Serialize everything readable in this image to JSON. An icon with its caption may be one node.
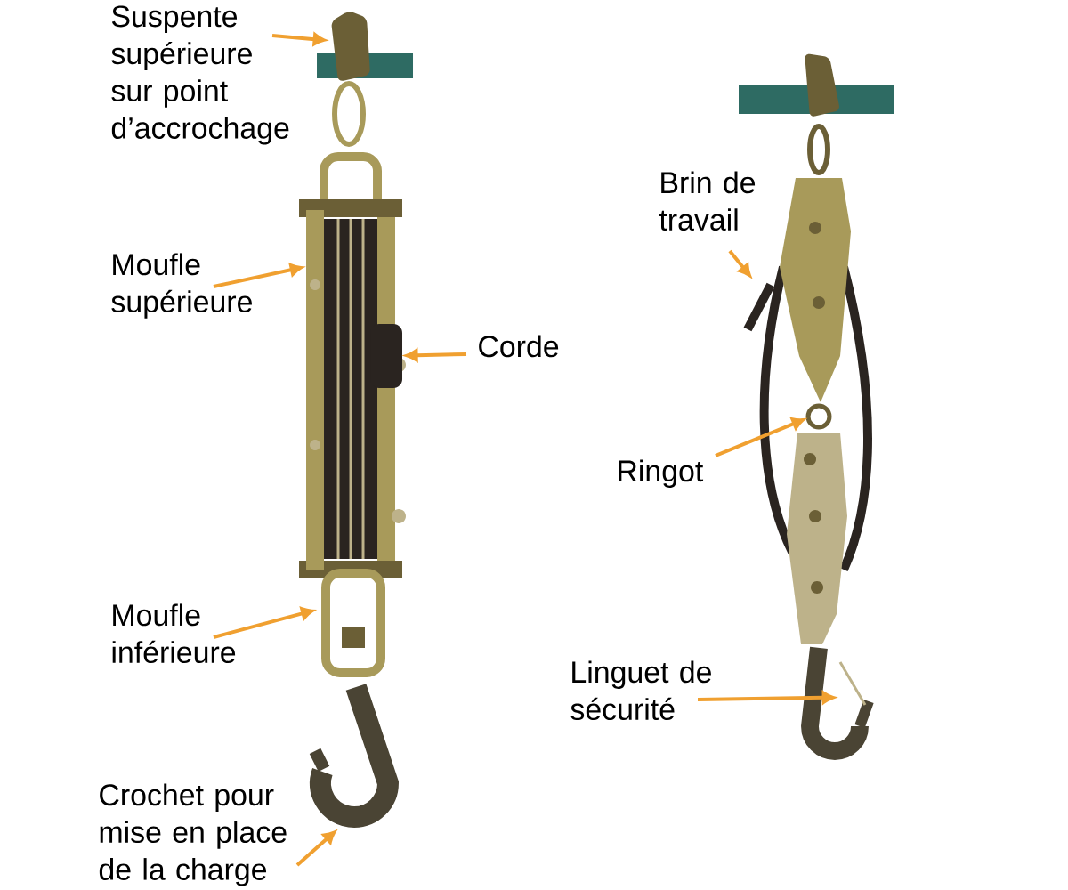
{
  "diagram": {
    "nodes": [
      {
        "text": [
          "Suspente supérieure sur point d’accrochage"
        ]
      },
      {
        "text": [
          "Moufle supérieure"
        ]
      },
      {
        "text": [
          "Corde"
        ]
      },
      {
        "text": [
          "Moufle inférieure"
        ]
      },
      {
        "text": [
          "Crochet pour mise en place de la charge"
        ]
      },
      {
        "text": [
          "Brin de travail"
        ]
      },
      {
        "text": [
          "Ringot"
        ]
      },
      {
        "text": [
          "Linguet de sécurité"
        ]
      },
      {
        "text": [],
        "shape": "picture"
      },
      {
        "text": [],
        "shape": "picture"
      },
      {
        "text": [],
        "shape": "picture"
      },
      {
        "text": [],
        "shape": "box"
      },
      {
        "text": [],
        "shape": "picture"
      },
      {
        "text": [],
        "shape": "picture"
      },
      {
        "text": [],
        "shape": "circle"
      },
      {
        "text": [],
        "shape": "picture"
      }
    ],
    "edges": [
      {
        "from": 0,
        "to": 8,
        "arrow": "to"
      },
      {
        "from": 1,
        "to": 9,
        "arrow": "to"
      },
      {
        "from": 2,
        "to": 10,
        "arrow": "to"
      },
      {
        "from": 3,
        "to": 11,
        "arrow": "to"
      },
      {
        "from": 4,
        "to": 12,
        "arrow": "to"
      },
      {
        "from": 5,
        "to": 13,
        "arrow": "to"
      },
      {
        "from": 6,
        "to": 14,
        "arrow": "to"
      },
      {
        "from": 7,
        "to": 15,
        "arrow": "to"
      }
    ]
  }
}
